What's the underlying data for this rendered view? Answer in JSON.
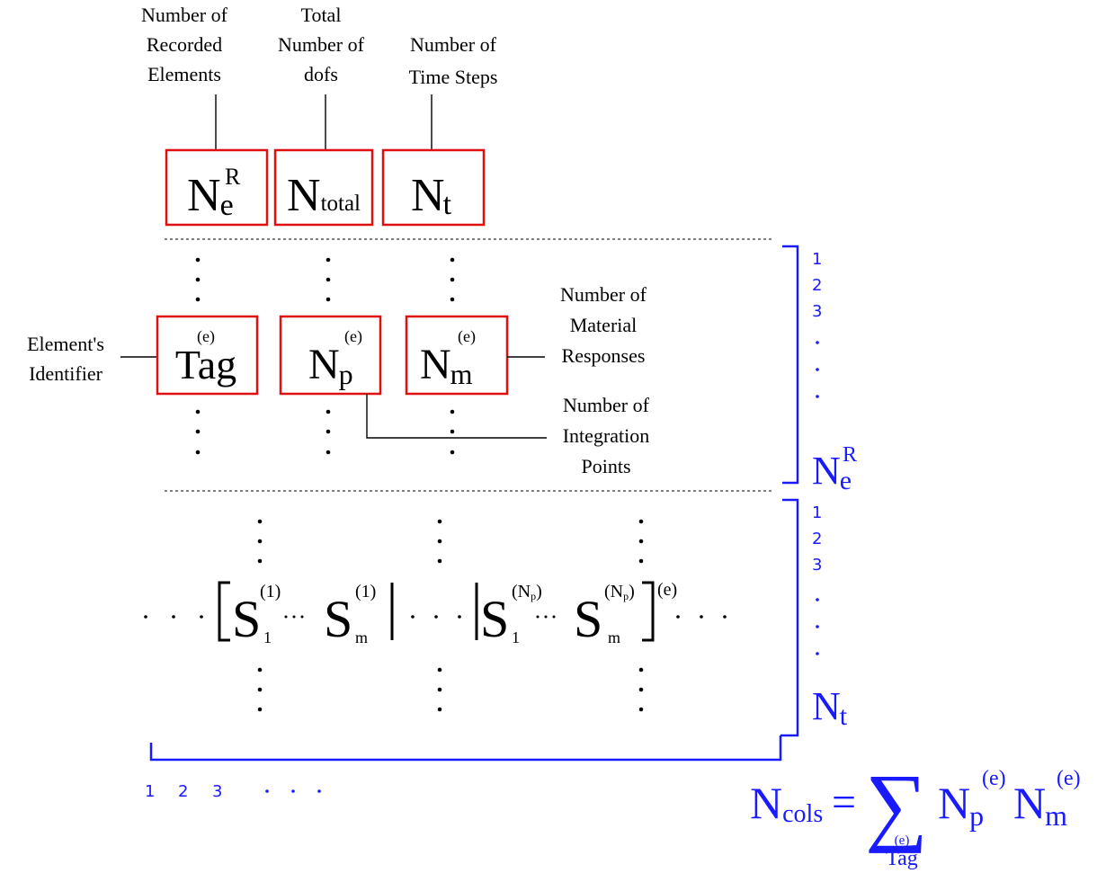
{
  "header": {
    "labels": {
      "recorded_elements": [
        "Number of",
        "Recorded",
        "Elements"
      ],
      "total_dofs": [
        "Total",
        "Number of",
        "dofs"
      ],
      "time_steps": [
        "Number of",
        "Time Steps"
      ]
    },
    "boxes": {
      "ne": {
        "base": "N",
        "sub": "e",
        "sup": "R"
      },
      "ntotal": {
        "base": "N",
        "sub": "total"
      },
      "nt": {
        "base": "N",
        "sub": "t"
      }
    }
  },
  "element_block": {
    "labels": {
      "element_identifier": [
        "Element's",
        "Identifier"
      ],
      "material_responses": [
        "Number of",
        "Material",
        "Responses"
      ],
      "integration_points": [
        "Number of",
        "Integration",
        "Points"
      ]
    },
    "boxes": {
      "tag": {
        "base": "Tag",
        "sup": "(e)"
      },
      "np": {
        "base": "N",
        "sub": "p",
        "sup": "(e)"
      },
      "nm": {
        "base": "N",
        "sub": "m",
        "sup": "(e)"
      }
    },
    "row_numbers": [
      "1",
      "2",
      "3"
    ],
    "count": {
      "base": "N",
      "sub": "e",
      "sup": "R"
    }
  },
  "response_block": {
    "row_numbers": [
      "1",
      "2",
      "3"
    ],
    "count": {
      "base": "N",
      "sub": "t"
    },
    "row": {
      "s": "S",
      "sub_1": "1",
      "sub_m": "m",
      "sup_1": "(1)",
      "sup_np_open": "(N",
      "sup_np_sub": "p",
      "sup_np_close": ")",
      "outer_sup": "(e)"
    },
    "column_numbers": [
      "1",
      "2",
      "3"
    ]
  },
  "formula": {
    "lhs_base": "N",
    "lhs_sub": "cols",
    "equals": "=",
    "sum_symbol": "∑",
    "sum_index": "Tag",
    "sum_index_sup": "(e)",
    "term1": {
      "base": "N",
      "sub": "p",
      "sup": "(e)"
    },
    "term2": {
      "base": "N",
      "sub": "m",
      "sup": "(e)"
    }
  },
  "colors": {
    "box_stroke": "#e01010",
    "accent_blue": "#1a1aff",
    "ink": "#000000"
  }
}
